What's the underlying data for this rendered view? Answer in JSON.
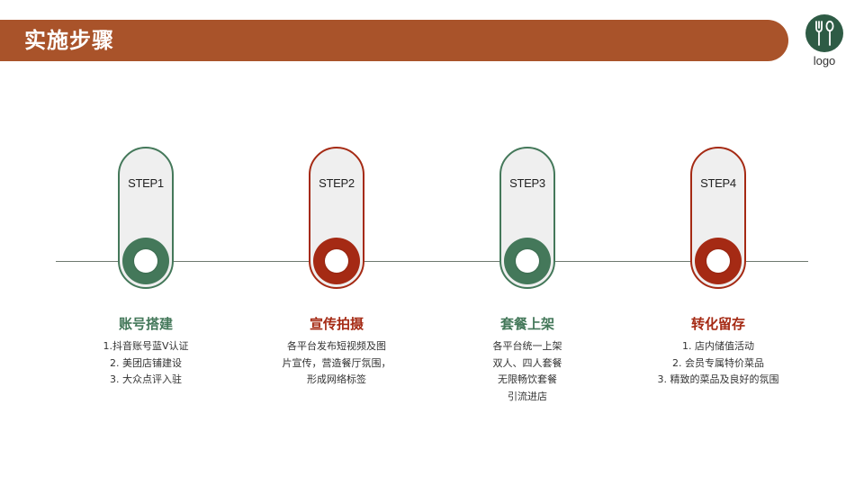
{
  "header": {
    "title": "实施步骤"
  },
  "logo": {
    "icon": "fork-spoon-icon",
    "label": "logo",
    "color": "#2E5B45"
  },
  "colors": {
    "header_bg": "#A9532A",
    "green": "#44785A",
    "red": "#A52A14",
    "pill_bg": "#EFEFEF",
    "line": "#6E7A70"
  },
  "steps": [
    {
      "label": "STEP1",
      "heading": "账号搭建",
      "accent": "#44785A",
      "lines": [
        "1.抖音账号蓝V认证",
        "2. 美团店铺建设",
        "3. 大众点评入驻"
      ]
    },
    {
      "label": "STEP2",
      "heading": "宣传拍摄",
      "accent": "#A52A14",
      "lines": [
        "各平台发布短视频及图",
        "片宣传，营造餐厅氛围，",
        "形成网络标签"
      ]
    },
    {
      "label": "STEP3",
      "heading": "套餐上架",
      "accent": "#44785A",
      "lines": [
        "各平台统一上架",
        "双人、四人套餐",
        "无限畅饮套餐",
        "引流进店"
      ]
    },
    {
      "label": "STEP4",
      "heading": "转化留存",
      "accent": "#A52A14",
      "lines": [
        "1. 店内储值活动",
        "2. 会员专属特价菜品",
        "3. 精致的菜品及良好的氛围"
      ]
    }
  ]
}
